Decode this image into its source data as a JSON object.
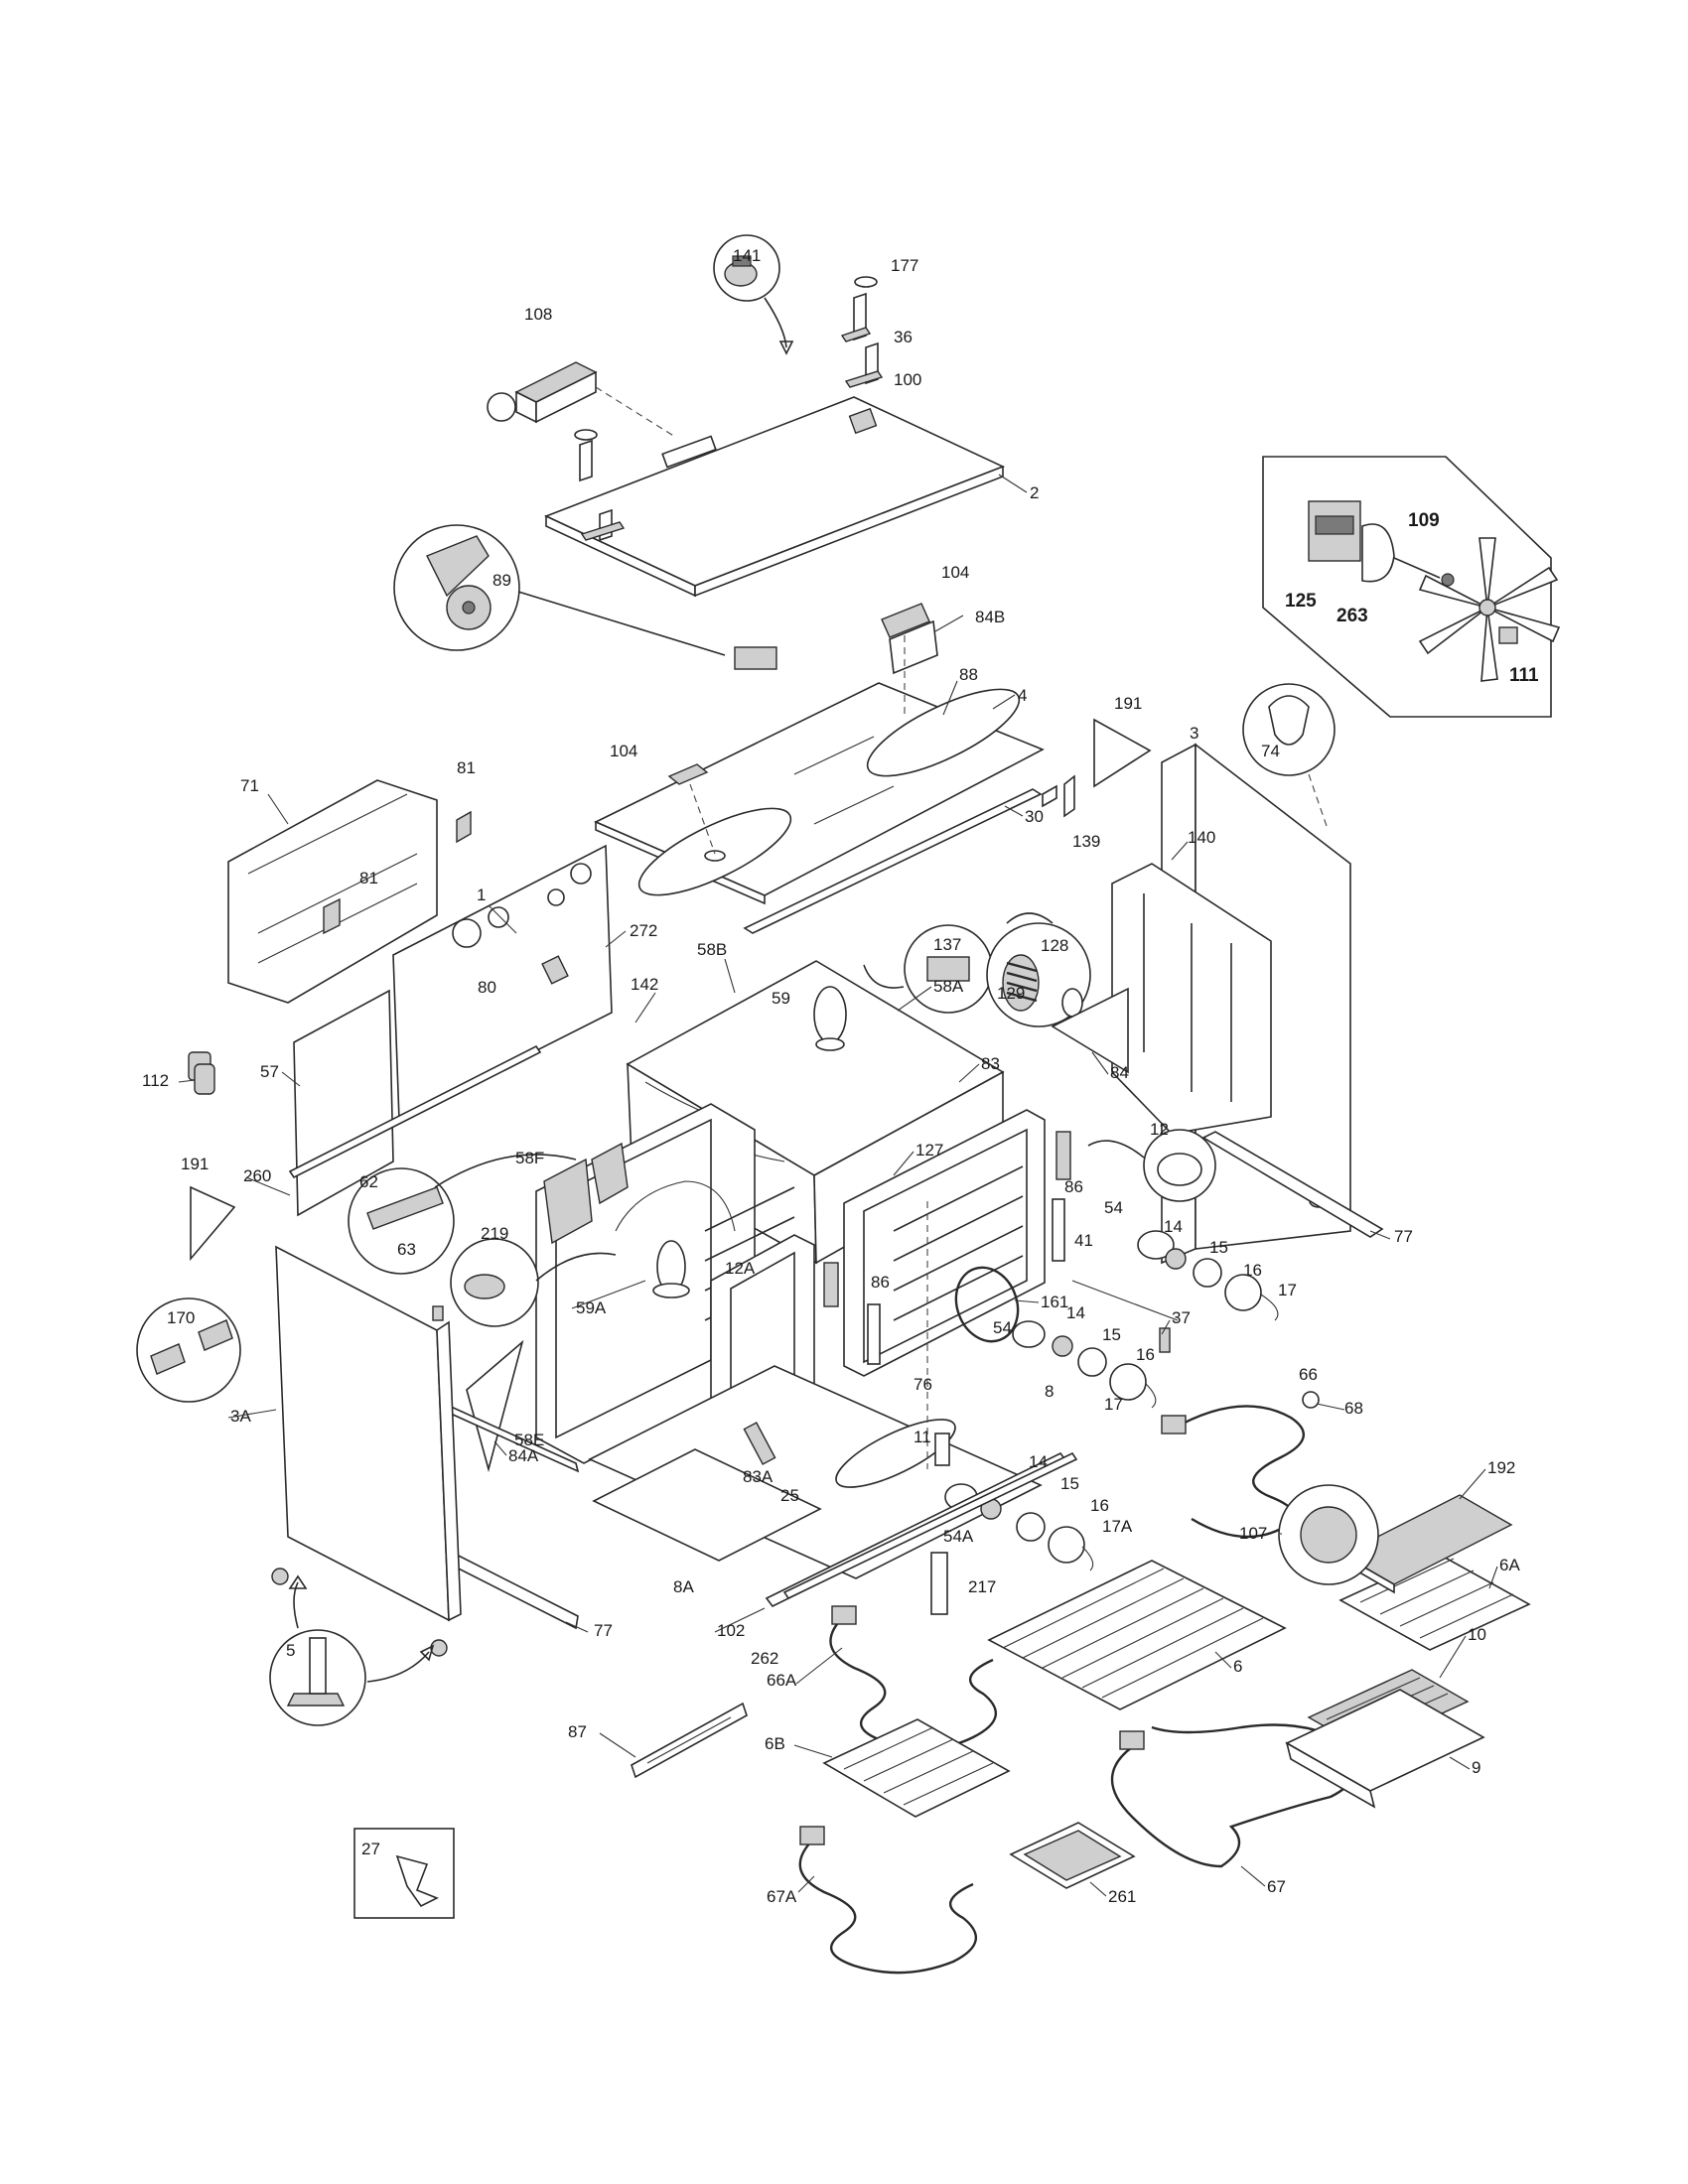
{
  "diagram": {
    "callouts": [
      {
        "id": "141"
      },
      {
        "id": "177"
      },
      {
        "id": "36"
      },
      {
        "id": "100"
      },
      {
        "id": "108"
      },
      {
        "id": "2"
      },
      {
        "id": "89"
      },
      {
        "id": "104"
      },
      {
        "id": "84B"
      },
      {
        "id": "88"
      },
      {
        "id": "4"
      },
      {
        "id": "125"
      },
      {
        "id": "263"
      },
      {
        "id": "109"
      },
      {
        "id": "111"
      },
      {
        "id": "191"
      },
      {
        "id": "3"
      },
      {
        "id": "74"
      },
      {
        "id": "139"
      },
      {
        "id": "30"
      },
      {
        "id": "140"
      },
      {
        "id": "81"
      },
      {
        "id": "71"
      },
      {
        "id": "1"
      },
      {
        "id": "272"
      },
      {
        "id": "80"
      },
      {
        "id": "142"
      },
      {
        "id": "58B"
      },
      {
        "id": "59"
      },
      {
        "id": "58A"
      },
      {
        "id": "137"
      },
      {
        "id": "128"
      },
      {
        "id": "129"
      },
      {
        "id": "84"
      },
      {
        "id": "83"
      },
      {
        "id": "12"
      },
      {
        "id": "57"
      },
      {
        "id": "112"
      },
      {
        "id": "260"
      },
      {
        "id": "62"
      },
      {
        "id": "63"
      },
      {
        "id": "58F"
      },
      {
        "id": "127"
      },
      {
        "id": "86"
      },
      {
        "id": "77"
      },
      {
        "id": "54"
      },
      {
        "id": "14"
      },
      {
        "id": "15"
      },
      {
        "id": "16"
      },
      {
        "id": "17"
      },
      {
        "id": "41"
      },
      {
        "id": "219"
      },
      {
        "id": "59A"
      },
      {
        "id": "12A"
      },
      {
        "id": "161"
      },
      {
        "id": "37"
      },
      {
        "id": "170"
      },
      {
        "id": "3A"
      },
      {
        "id": "84A"
      },
      {
        "id": "58E"
      },
      {
        "id": "76"
      },
      {
        "id": "11"
      },
      {
        "id": "8"
      },
      {
        "id": "66"
      },
      {
        "id": "68"
      },
      {
        "id": "83A"
      },
      {
        "id": "25"
      },
      {
        "id": "192"
      },
      {
        "id": "107"
      },
      {
        "id": "54A"
      },
      {
        "id": "17A"
      },
      {
        "id": "8A"
      },
      {
        "id": "217"
      },
      {
        "id": "6A"
      },
      {
        "id": "102"
      },
      {
        "id": "262"
      },
      {
        "id": "10"
      },
      {
        "id": "6"
      },
      {
        "id": "5"
      },
      {
        "id": "66A"
      },
      {
        "id": "87"
      },
      {
        "id": "6B"
      },
      {
        "id": "9"
      },
      {
        "id": "27"
      },
      {
        "id": "67A"
      },
      {
        "id": "261"
      },
      {
        "id": "67"
      }
    ]
  }
}
